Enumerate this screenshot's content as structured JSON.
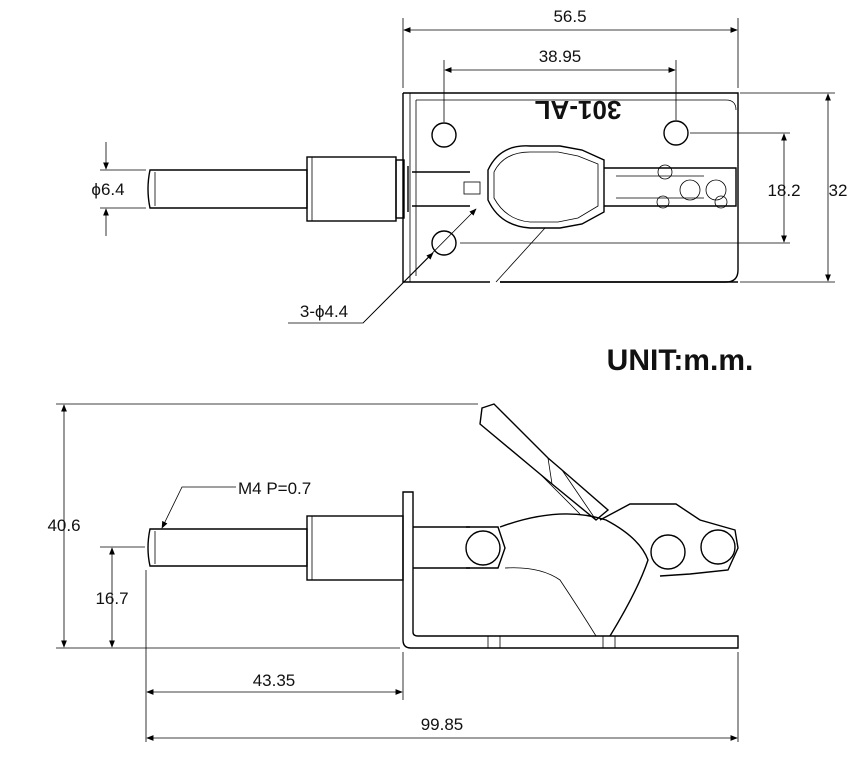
{
  "drawing": {
    "unit_label": "UNIT:m.m.",
    "model_mark": "301-AL",
    "top_view": {
      "overall_width": "56.5",
      "hole_spacing": "38.95",
      "hole_vertical_spacing": "18.2",
      "base_height": "32",
      "plunger_diameter": "ϕ6.4",
      "mounting_holes": "3-ϕ4.4"
    },
    "side_view": {
      "thread": "M4 P=0.7",
      "overall_height": "40.6",
      "plunger_height": "16.7",
      "plunger_stroke_length": "43.35",
      "overall_length": "99.85"
    }
  }
}
